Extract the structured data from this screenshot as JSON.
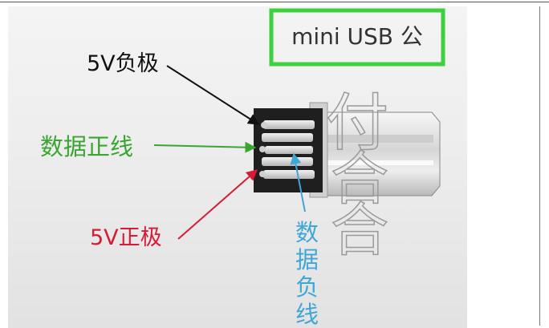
{
  "title_box": {
    "text": "mini USB 公"
  },
  "labels": {
    "neg5v": "5V负极",
    "dataplus": "数据正线",
    "pos5v": "5V正极",
    "dataminus_chars": [
      "数",
      "据",
      "负",
      "线"
    ]
  },
  "watermark_chars": [
    "付",
    "合",
    "合"
  ],
  "colors": {
    "title_border": "#3fd03f",
    "neg5v": "#111111",
    "dataplus": "#3aa531",
    "pos5v": "#d81a35",
    "dataminus": "#3fa7d6",
    "watermark": "#9a9a9a"
  }
}
